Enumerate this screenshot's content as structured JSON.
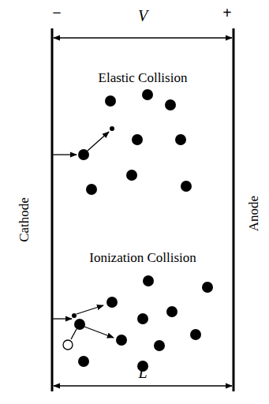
{
  "diagram": {
    "labels": [
      "−",
      "V",
      "+",
      "Elastic Collision",
      "Cathode",
      "Anode",
      "Ionization Collision",
      "L"
    ]
  }
}
